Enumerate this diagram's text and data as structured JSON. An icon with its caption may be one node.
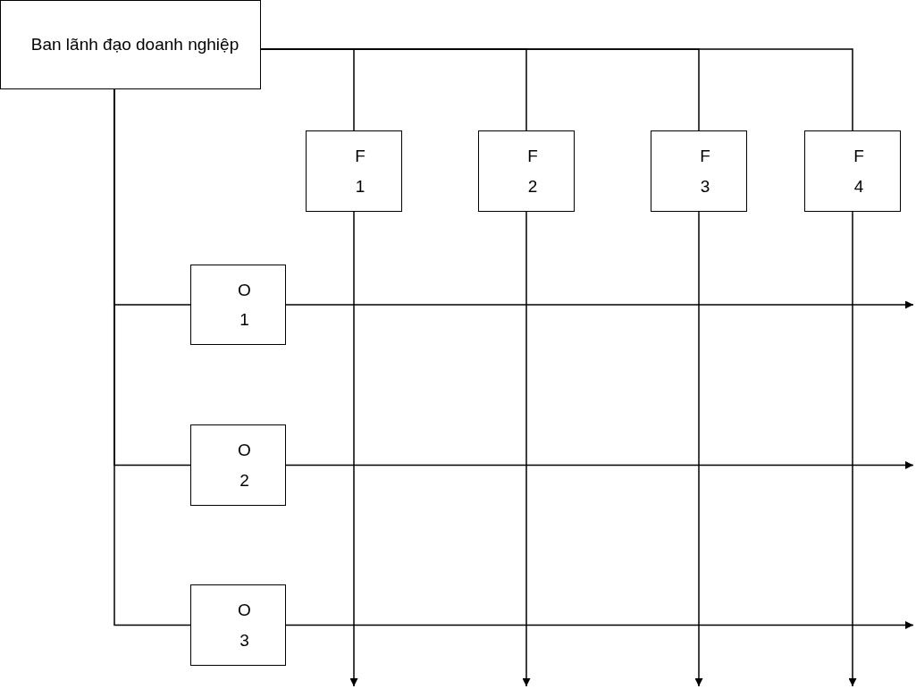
{
  "diagram": {
    "nodes": [
      {
        "text": [
          "Ban lãnh đạo doanh nghiệp"
        ]
      },
      {
        "text": [
          "F 1"
        ]
      },
      {
        "text": [
          "F 2"
        ]
      },
      {
        "text": [
          "F 3"
        ]
      },
      {
        "text": [
          "F 4"
        ]
      },
      {
        "text": [
          "O 1"
        ]
      },
      {
        "text": [
          "O 2"
        ]
      },
      {
        "text": [
          "O 3"
        ]
      }
    ],
    "edges": [
      {
        "from": 0,
        "to": 1,
        "arrow": "none"
      },
      {
        "from": 0,
        "to": 2,
        "arrow": "none"
      },
      {
        "from": 0,
        "to": 3,
        "arrow": "none"
      },
      {
        "from": 0,
        "to": 4,
        "arrow": "none"
      },
      {
        "from": 0,
        "to": 5,
        "arrow": "none"
      },
      {
        "from": 0,
        "to": 6,
        "arrow": "none"
      },
      {
        "from": 0,
        "to": 7,
        "arrow": "none"
      },
      {
        "from": 1,
        "to": null,
        "arrow": "to"
      },
      {
        "from": 2,
        "to": null,
        "arrow": "to"
      },
      {
        "from": 3,
        "to": null,
        "arrow": "to"
      },
      {
        "from": 4,
        "to": null,
        "arrow": "to"
      },
      {
        "from": 5,
        "to": null,
        "arrow": "to"
      },
      {
        "from": 6,
        "to": null,
        "arrow": "to"
      },
      {
        "from": 7,
        "to": null,
        "arrow": "to"
      }
    ]
  }
}
